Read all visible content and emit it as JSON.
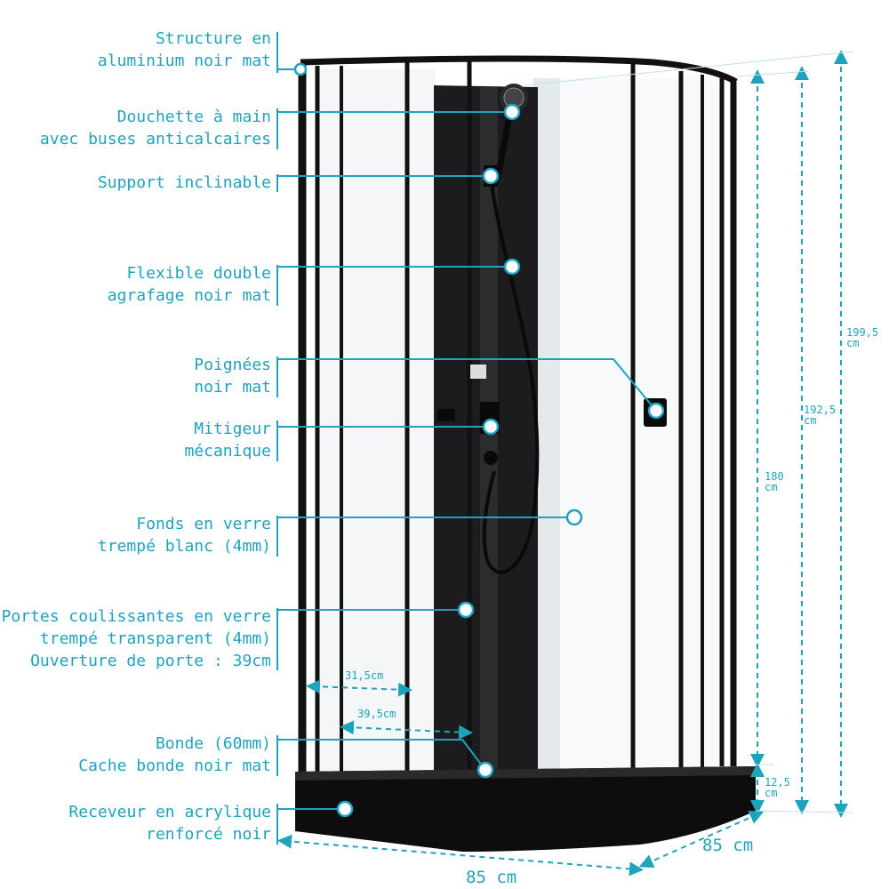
{
  "colors": {
    "accent": "#1fa3bd",
    "frame": "#111111",
    "glass_back": "#f2f5f6",
    "column": "#1c1c1e",
    "tray": "#0d0d0d"
  },
  "labels": {
    "structure": [
      "Structure en",
      "aluminium noir mat"
    ],
    "douchette": [
      "Douchette à main",
      "avec buses anticalcaires"
    ],
    "support": [
      "Support inclinable"
    ],
    "flexible": [
      "Flexible double",
      "agrafage noir mat"
    ],
    "poignees": [
      "Poignées",
      "noir mat"
    ],
    "mitigeur": [
      "Mitigeur",
      "mécanique"
    ],
    "fonds": [
      "Fonds en verre",
      "trempé blanc (4mm)"
    ],
    "portes": [
      "Portes coulissantes en verre",
      "trempé transparent (4mm)",
      "Ouverture de porte : 39cm"
    ],
    "bonde": [
      "Bonde (60mm)",
      "Cache bonde noir mat"
    ],
    "receveur": [
      "Receveur en acrylique",
      "renforcé noir"
    ]
  },
  "dimensions": {
    "total_height": [
      "199,5",
      "cm"
    ],
    "cabin_height": [
      "192,5",
      "cm"
    ],
    "glass_height": [
      "180",
      "cm"
    ],
    "tray_height": [
      "12,5",
      "cm"
    ],
    "door_width_inner": "31,5cm",
    "door_width_outer": "39,5cm",
    "width": "85 cm",
    "depth": "85 cm"
  },
  "icons": {
    "pointer": "callout-dot-icon",
    "shower_head": "shower-head-icon",
    "mixer": "mixer-tap-icon",
    "handle": "door-handle-icon"
  }
}
